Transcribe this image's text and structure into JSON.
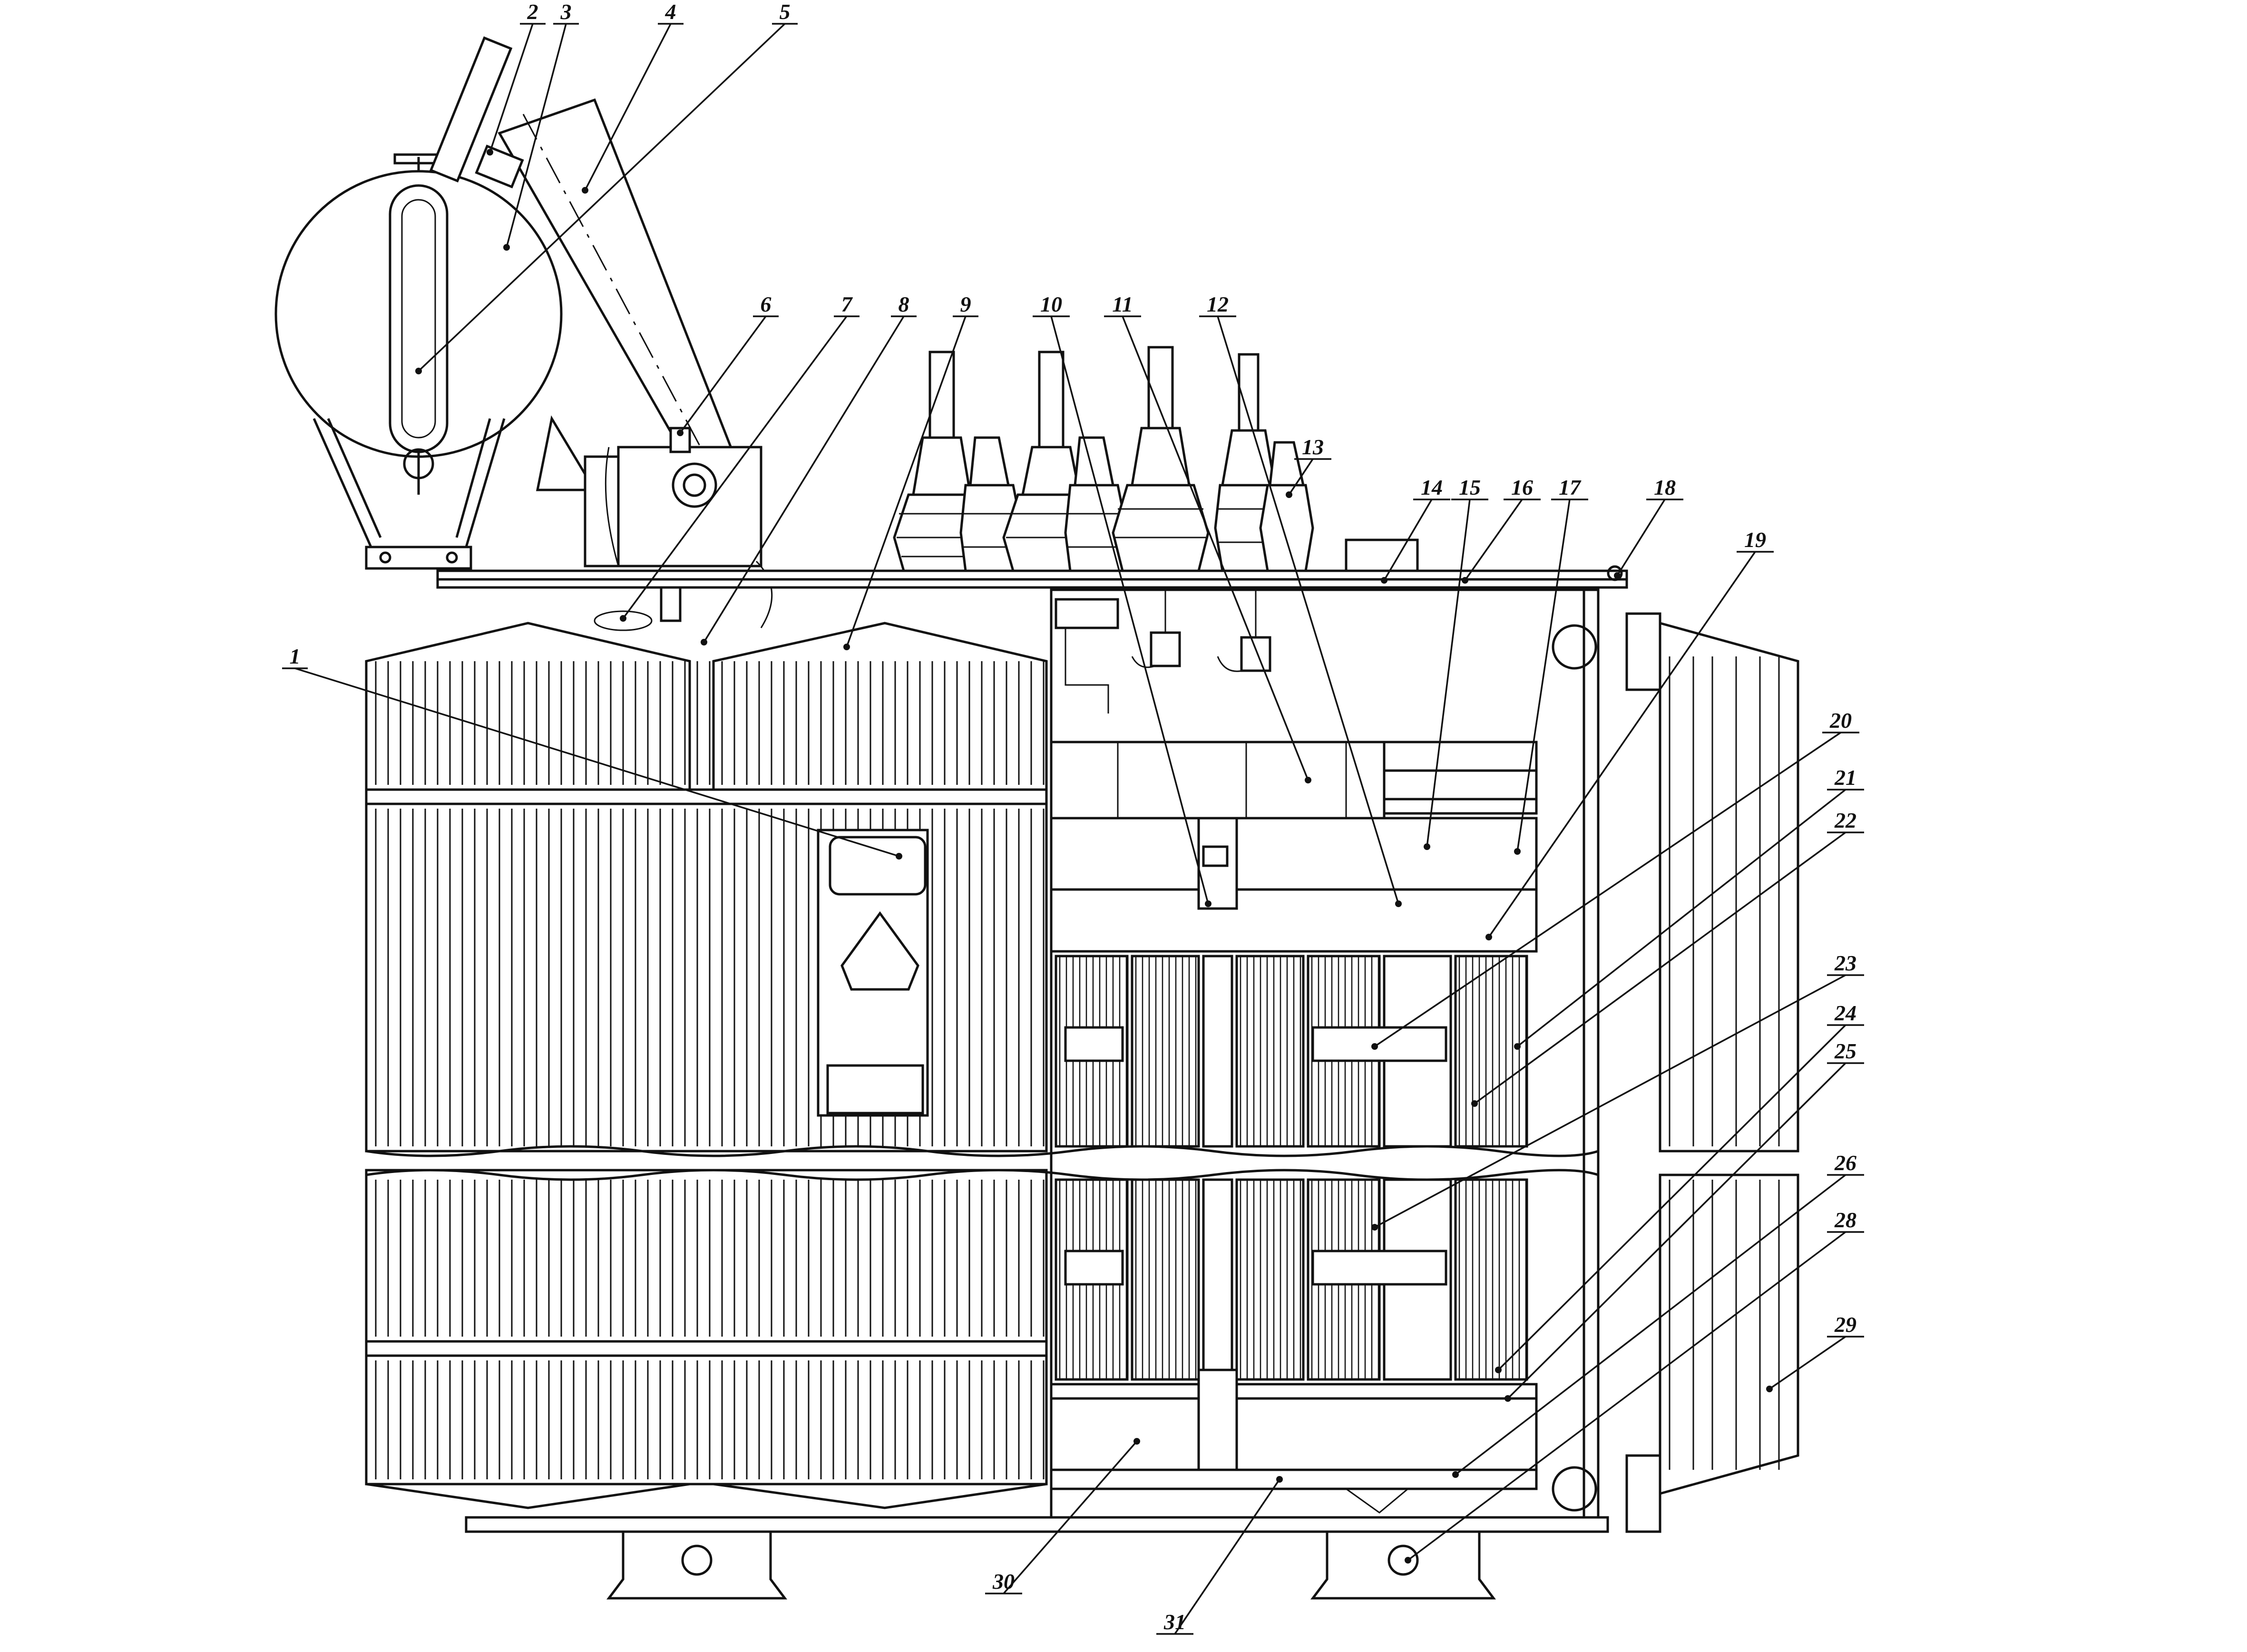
{
  "drawing": {
    "callouts": [
      {
        "id": "c1",
        "label": "1"
      },
      {
        "id": "c2",
        "label": "2"
      },
      {
        "id": "c3",
        "label": "3"
      },
      {
        "id": "c4",
        "label": "4"
      },
      {
        "id": "c5",
        "label": "5"
      },
      {
        "id": "c6",
        "label": "6"
      },
      {
        "id": "c7",
        "label": "7"
      },
      {
        "id": "c8",
        "label": "8"
      },
      {
        "id": "c9",
        "label": "9"
      },
      {
        "id": "c10",
        "label": "10"
      },
      {
        "id": "c11",
        "label": "11"
      },
      {
        "id": "c12",
        "label": "12"
      },
      {
        "id": "c13",
        "label": "13"
      },
      {
        "id": "c14",
        "label": "14"
      },
      {
        "id": "c15",
        "label": "15"
      },
      {
        "id": "c16",
        "label": "16"
      },
      {
        "id": "c17",
        "label": "17"
      },
      {
        "id": "c18",
        "label": "18"
      },
      {
        "id": "c19",
        "label": "19"
      },
      {
        "id": "c20",
        "label": "20"
      },
      {
        "id": "c21",
        "label": "21"
      },
      {
        "id": "c22",
        "label": "22"
      },
      {
        "id": "c23",
        "label": "23"
      },
      {
        "id": "c24",
        "label": "24"
      },
      {
        "id": "c25",
        "label": "25"
      },
      {
        "id": "c26",
        "label": "26"
      },
      {
        "id": "c28",
        "label": "28"
      },
      {
        "id": "c29",
        "label": "29"
      },
      {
        "id": "c30",
        "label": "30"
      },
      {
        "id": "c31",
        "label": "31"
      }
    ]
  }
}
